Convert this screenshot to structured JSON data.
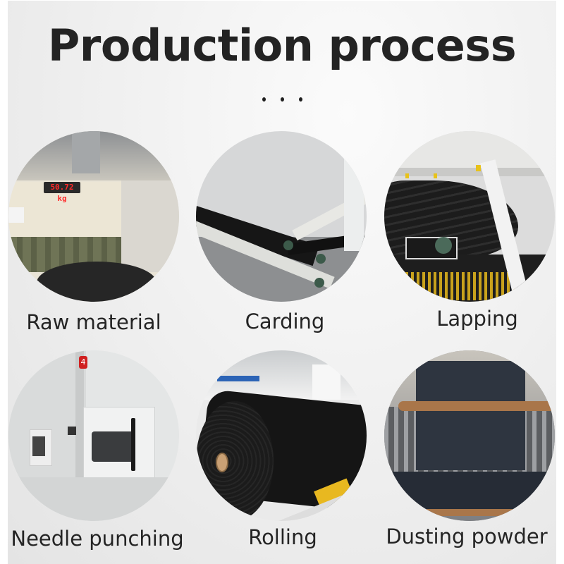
{
  "title": "Production process",
  "separator": "• • •",
  "steps": [
    {
      "label": "Raw material",
      "image": "raw-material-photo",
      "display_reading": "50.72 kg"
    },
    {
      "label": "Carding",
      "image": "carding-photo"
    },
    {
      "label": "Lapping",
      "image": "lapping-photo"
    },
    {
      "label": "Needle punching",
      "image": "needle-punching-photo",
      "machine_number": "4"
    },
    {
      "label": "Rolling",
      "image": "rolling-photo"
    },
    {
      "label": "Dusting powder",
      "image": "dusting-powder-photo"
    }
  ],
  "colors": {
    "title": "#232323",
    "background": "#eeeeee",
    "fabric": "#1a1a1a",
    "accent_yellow": "#e8b820",
    "kraft_tube": "#b07a4a"
  }
}
